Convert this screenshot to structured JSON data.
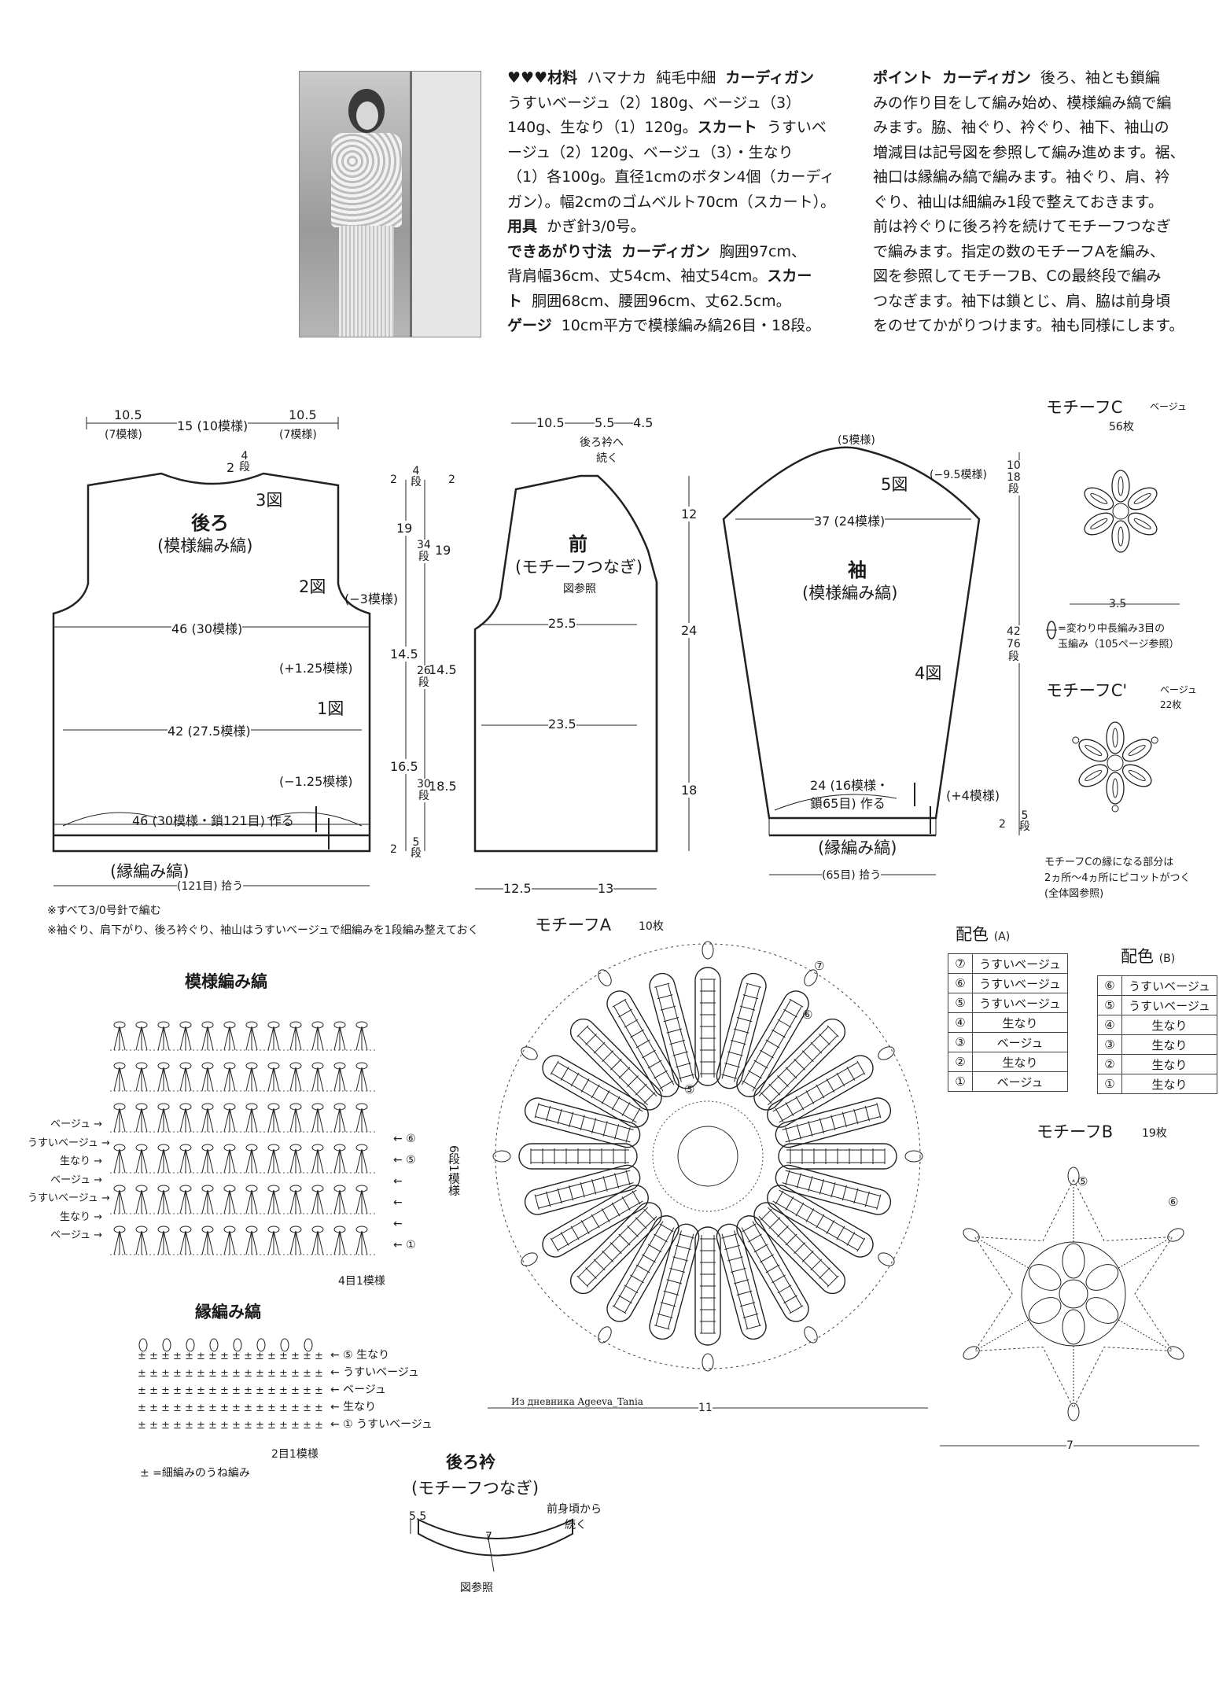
{
  "intro": {
    "materials": [
      {
        "parts": [
          {
            "t": "♥♥♥材料",
            "b": true
          },
          {
            "t": "  ハマナカ  純毛中細  ",
            "b": false
          },
          {
            "t": "カーディガン",
            "b": true
          }
        ]
      },
      {
        "parts": [
          {
            "t": "うすいベージュ（2）180g、ベージュ（3）",
            "b": false
          }
        ]
      },
      {
        "parts": [
          {
            "t": "140g、生なり（1）120g。",
            "b": false
          },
          {
            "t": "スカート",
            "b": true
          },
          {
            "t": "  うすいベ",
            "b": false
          }
        ]
      },
      {
        "parts": [
          {
            "t": "ージュ（2）120g、ベージュ（3）・生なり",
            "b": false
          }
        ]
      },
      {
        "parts": [
          {
            "t": "（1）各100g。直径1cmのボタン4個（カーディ",
            "b": false
          }
        ]
      },
      {
        "parts": [
          {
            "t": "ガン）。幅2cmのゴムベルト70cm（スカート）。",
            "b": false
          }
        ]
      },
      {
        "parts": [
          {
            "t": "用具",
            "b": true
          },
          {
            "t": "  かぎ針3/0号。",
            "b": false
          }
        ]
      },
      {
        "parts": [
          {
            "t": "できあがり寸法",
            "b": true
          },
          {
            "t": "  ",
            "b": false
          },
          {
            "t": "カーディガン",
            "b": true
          },
          {
            "t": "  胸囲97cm、",
            "b": false
          }
        ]
      },
      {
        "parts": [
          {
            "t": "背肩幅36cm、丈54cm、袖丈54cm。",
            "b": false
          },
          {
            "t": "スカー",
            "b": true
          }
        ]
      },
      {
        "parts": [
          {
            "t": "ト",
            "b": true
          },
          {
            "t": "  胴囲68cm、腰囲96cm、丈62.5cm。",
            "b": false
          }
        ]
      },
      {
        "parts": [
          {
            "t": "ゲージ",
            "b": true
          },
          {
            "t": "  10cm平方で模様編み縞26目・18段。",
            "b": false
          }
        ]
      }
    ],
    "points": [
      {
        "parts": [
          {
            "t": "ポイント",
            "b": true
          },
          {
            "t": "  ",
            "b": false
          },
          {
            "t": "カーディガン",
            "b": true
          },
          {
            "t": "  後ろ、袖とも鎖編",
            "b": false
          }
        ]
      },
      {
        "parts": [
          {
            "t": "みの作り目をして編み始め、模様編み縞で編",
            "b": false
          }
        ]
      },
      {
        "parts": [
          {
            "t": "みます。脇、袖ぐり、衿ぐり、袖下、袖山の",
            "b": false
          }
        ]
      },
      {
        "parts": [
          {
            "t": "増減目は記号図を参照して編み進めます。裾、",
            "b": false
          }
        ]
      },
      {
        "parts": [
          {
            "t": "袖口は縁編み縞で編みます。袖ぐり、肩、衿",
            "b": false
          }
        ]
      },
      {
        "parts": [
          {
            "t": "ぐり、袖山は細編み1段で整えておきます。",
            "b": false
          }
        ]
      },
      {
        "parts": [
          {
            "t": "前は衿ぐりに後ろ衿を続けてモチーフつなぎ",
            "b": false
          }
        ]
      },
      {
        "parts": [
          {
            "t": "で編みます。指定の数のモチーフAを編み、",
            "b": false
          }
        ]
      },
      {
        "parts": [
          {
            "t": "図を参照してモチーフB、Cの最終段で編み",
            "b": false
          }
        ]
      },
      {
        "parts": [
          {
            "t": "つなぎます。袖下は鎖とじ、肩、脇は前身頃",
            "b": false
          }
        ]
      },
      {
        "parts": [
          {
            "t": "をのせてかがりつけます。袖も同様にします。",
            "b": false
          }
        ]
      }
    ]
  },
  "back": {
    "dim_top_left": "10.5",
    "dim_top_left_sub": "(7模様)",
    "dim_top_mid": "15 (10模様)",
    "dim_top_right": "10.5",
    "dim_top_right_sub": "(7模様)",
    "neck": "2",
    "neck_rows": "4",
    "neck_rows_unit": "段",
    "title": "後ろ",
    "subtitle": "(模様編み縞)",
    "fig3": "3図",
    "fig2": "2図",
    "fig1": "1図",
    "dec3": "(−3模様)",
    "chest": "46 (30模様)",
    "inc": "(+1.25模様)",
    "waist": "42 (27.5模様)",
    "dec125": "(−1.25模様)",
    "hem": "46 (30模様・鎖121目) 作る",
    "border": "(縁編み縞)",
    "pickup": "(121目) 拾う",
    "v_top": "2",
    "v_top_rows": "4",
    "v_top_unit": "段",
    "v_top_r": "2",
    "v_arm": "19",
    "v_arm_rows": "34",
    "v_arm_unit": "段",
    "v_arm_r": "19",
    "v_mid": "14.5",
    "v_mid_rows": "26",
    "v_mid_unit": "段",
    "v_mid_r": "14.5",
    "v_low": "16.5",
    "v_low_rows": "30",
    "v_low_unit": "段",
    "v_low_r": "18.5",
    "v_bot": "2",
    "v_bot_rows": "5",
    "v_bot_unit": "段",
    "note1": "※すべて3/0号針で編む",
    "note2": "※袖ぐり、肩下がり、後ろ衿ぐり、袖山はうすいベージュで細編みを1段編み整えておく"
  },
  "front": {
    "top_l": "10.5",
    "top_m": "5.5",
    "top_r": "4.5",
    "collar1": "後ろ衿へ",
    "collar2": "続く",
    "title": "前",
    "subtitle": "(モチーフつなぎ)",
    "ref": "図参照",
    "w1": "25.5",
    "w2": "23.5",
    "h1": "12",
    "h2": "24",
    "h3": "18",
    "b1": "12.5",
    "b2": "13"
  },
  "sleeve": {
    "top": "(5模様)",
    "cap_dec": "(−9.5模様)",
    "cap_h": "10",
    "cap_rows": "18",
    "cap_unit": "段",
    "fig5": "5図",
    "width": "37 (24模様)",
    "title": "袖",
    "subtitle": "(模様編み縞)",
    "fig4": "4図",
    "len": "42",
    "len_rows": "76",
    "len_unit": "段",
    "cuff": "24 (16模様・",
    "cuff2": "鎖65目) 作る",
    "inc": "(+4模様)",
    "bot": "2",
    "bot_rows": "5",
    "bot_unit": "段",
    "border": "(縁編み縞)",
    "pickup": "(65目) 拾う"
  },
  "motifC": {
    "title": "モチーフC",
    "color": "ベージュ",
    "count": "56枚",
    "dim": "3.5",
    "legend1": "=変わり中長編み3目の",
    "legend2": "玉編み（105ページ参照）"
  },
  "motifC2": {
    "title": "モチーフC'",
    "color": "ベージュ",
    "count": "22枚",
    "note1": "モチーフCの縁になる部分は",
    "note2": "2ヵ所〜4ヵ所にピコットがつく",
    "note3": "(全体図参照)"
  },
  "motifA": {
    "title": "モチーフA",
    "count": "10枚",
    "dim": "11",
    "rounds": [
      "⑦",
      "⑥",
      "⑤"
    ]
  },
  "motifB": {
    "title": "モチーフB",
    "count": "19枚",
    "dim": "7",
    "rounds": [
      "⑤",
      "⑥"
    ]
  },
  "colorA": {
    "title": "配色",
    "key": "(A)",
    "rows": [
      [
        "⑦",
        "うすいベージュ"
      ],
      [
        "⑥",
        "うすいベージュ"
      ],
      [
        "⑤",
        "うすいベージュ"
      ],
      [
        "④",
        "生なり"
      ],
      [
        "③",
        "ベージュ"
      ],
      [
        "②",
        "生なり"
      ],
      [
        "①",
        "ベージュ"
      ]
    ]
  },
  "colorB": {
    "title": "配色",
    "key": "(B)",
    "rows": [
      [
        "⑥",
        "うすいベージュ"
      ],
      [
        "⑤",
        "うすいベージュ"
      ],
      [
        "④",
        "生なり"
      ],
      [
        "③",
        "生なり"
      ],
      [
        "②",
        "生なり"
      ],
      [
        "①",
        "生なり"
      ]
    ]
  },
  "pattern": {
    "title": "模様編み縞",
    "left": [
      "ベージュ",
      "うすいベージュ",
      "生なり",
      "ベージュ",
      "うすいベージュ",
      "生なり",
      "ベージュ"
    ],
    "right": [
      "⑥",
      "⑤",
      "",
      "",
      "",
      "①"
    ],
    "side": "6段1模様",
    "bottom": "4目1模様"
  },
  "edging": {
    "title": "縁編み縞",
    "rows": [
      [
        "⑤",
        "生なり"
      ],
      [
        "",
        "うすいベージュ"
      ],
      [
        "",
        "ベージュ"
      ],
      [
        "",
        "生なり"
      ],
      [
        "①",
        "うすいベージュ"
      ]
    ],
    "repeat": "2目1模様",
    "legend": "±  =細編みのうね編み"
  },
  "collar": {
    "title": "後ろ衿",
    "subtitle": "(モチーフつなぎ)",
    "d1": "5.5",
    "d2": "7",
    "note1": "前身頃から",
    "note2": "続く",
    "ref": "図参照"
  },
  "watermark": "Из дневника Ageeva_Tania"
}
